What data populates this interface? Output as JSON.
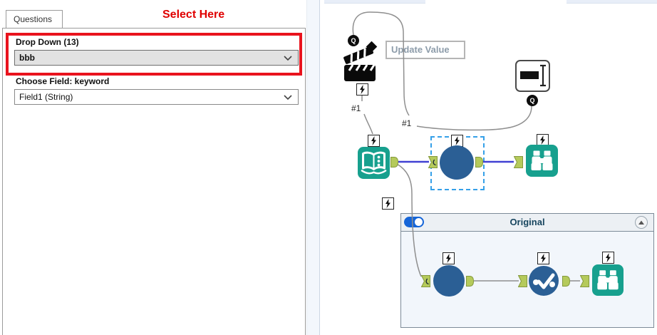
{
  "left_panel": {
    "tab": "Questions",
    "annotation": "Select Here",
    "question1": {
      "label": "Drop Down (13)",
      "value": "bbb"
    },
    "question2": {
      "label": "Choose Field: keyword",
      "value": "Field1 (String)"
    }
  },
  "canvas": {
    "action_annotation": "Update Value",
    "conn_label_1": "#1",
    "conn_label_2": "#1",
    "q_anchor_label": "Q",
    "container": {
      "title": "Original",
      "toggle_on": true
    }
  },
  "icons": {
    "question-anchor-icon": "Q",
    "lightning-anchor-icon": "lightning-bolt",
    "action-clapperboard-icon": "film-clapperboard",
    "text-box-icon": "text-field-with-ibeam",
    "input-data-icon": "open-book-with-dots",
    "browse-icon": "binoculars",
    "macro-icon": "blue-circle",
    "macro-check-icon": "blue-circle-dots-check",
    "chevron-down-icon": "chevron-down",
    "collapse-icon": "caret-up",
    "toggle-on-icon": "switch-on"
  },
  "colors": {
    "tool_teal": "#17a08e",
    "macro_blue": "#2b5f95",
    "anchor_green": "#b5ca5b",
    "connection_blue": "#4141d3",
    "connector_gray": "#8f8f8f",
    "highlight_red": "#e9131d",
    "annotation_red": "#e00000",
    "selection_blue": "#35a0e8",
    "toggle_blue": "#1565d8"
  }
}
